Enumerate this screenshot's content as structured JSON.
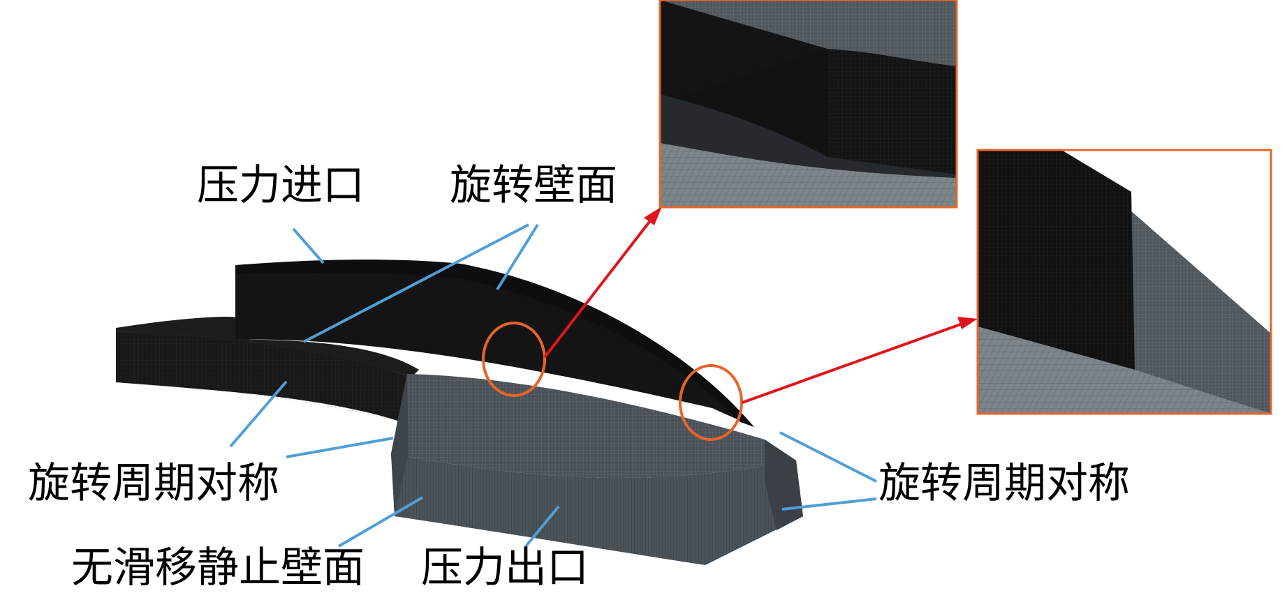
{
  "labels": {
    "pressure_inlet": "压力进口",
    "rotating_wall": "旋转壁面",
    "rotational_periodic_left": "旋转周期对称",
    "rotational_periodic_right": "旋转周期对称",
    "no_slip_static_wall": "无滑移静止壁面",
    "pressure_outlet": "压力出口"
  },
  "colors": {
    "leader_line": "#4f9fd8",
    "highlight_circle": "#e8642a",
    "arrow": "#e0141c",
    "inset_border": "#e8642a",
    "dark_mesh": "#141414",
    "grey_mesh": "#4a5158"
  }
}
